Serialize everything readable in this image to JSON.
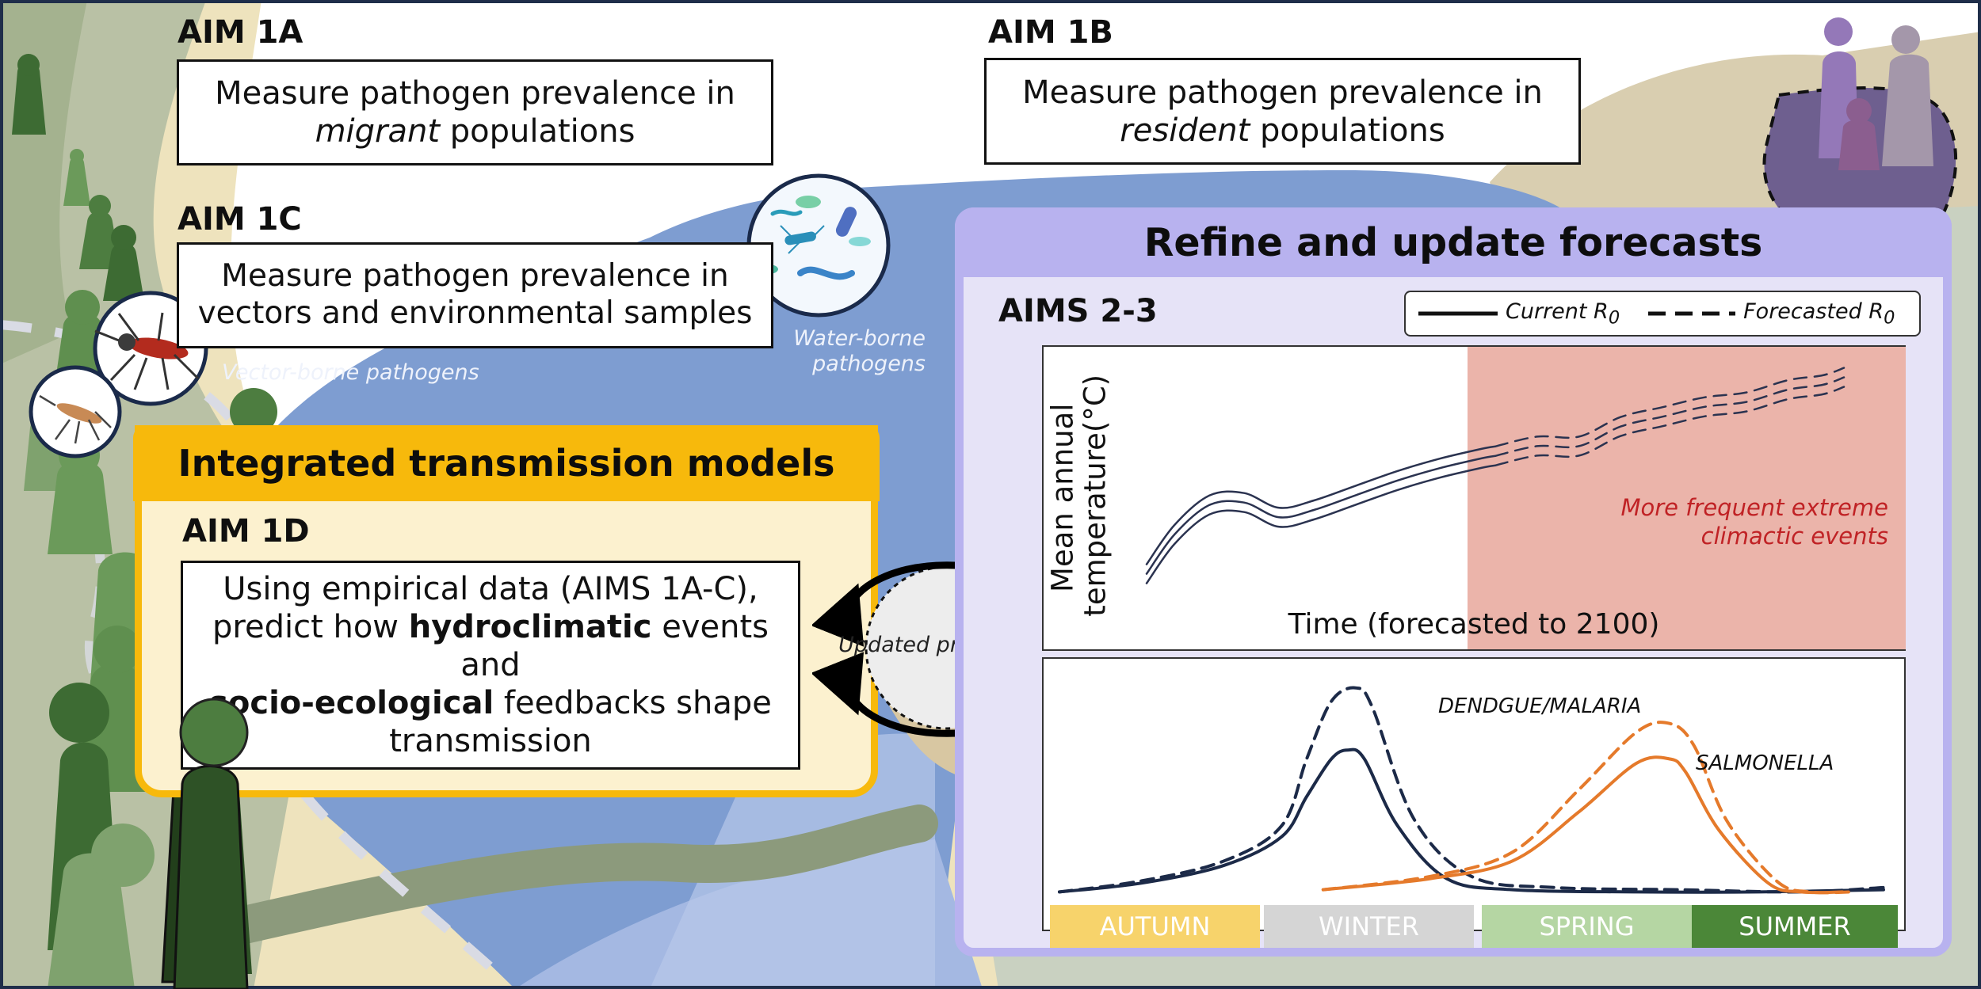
{
  "aim_1a": {
    "heading": "AIM 1A",
    "line1": "Measure pathogen prevalence in",
    "line2_italic": "migrant",
    "line2_rest": " populations"
  },
  "aim_1b": {
    "heading": "AIM 1B",
    "line1": "Measure pathogen prevalence in",
    "line2_italic": "resident",
    "line2_rest": " populations"
  },
  "aim_1c": {
    "heading": "AIM 1C",
    "line1": "Measure pathogen prevalence in",
    "line2": "vectors and environmental samples"
  },
  "labels": {
    "vector_borne": "Vector-borne pathogens",
    "water_borne_1": "Water-borne",
    "water_borne_2": "pathogens",
    "updated_predictions": "Updated predictions"
  },
  "models_panel": {
    "title": "Integrated transmission models",
    "aim_heading": "AIM 1D",
    "l1": "Using empirical data (AIMS 1A-C),",
    "l2_pre": "predict how ",
    "l2_bold": "hydroclimatic",
    "l2_post": " events and",
    "l3_bold": "socio-ecological",
    "l3_post": " feedbacks shape",
    "l4": "transmission"
  },
  "forecast_panel": {
    "title": "Refine and update forecasts",
    "aims_heading": "AIMS 2-3",
    "legend_current": "Current R",
    "legend_forecasted": "Forecasted R",
    "legend_subscript": "0"
  },
  "chart_data": [
    {
      "type": "line",
      "title": "",
      "xlabel": "Time (forecasted to 2100)",
      "ylabel_line1": "Mean annual",
      "ylabel_line2": "temperature(°C)",
      "annotation_line1": "More frequent extreme",
      "annotation_line2": "climactic events",
      "x_range": [
        0,
        1
      ],
      "y_range": [
        0,
        1
      ],
      "forecast_region_start": 0.5,
      "series": [
        {
          "name": "Current R0",
          "style": "solid",
          "x": [
            0.0,
            0.04,
            0.09,
            0.14,
            0.19,
            0.24,
            0.3,
            0.36,
            0.42,
            0.48,
            0.5
          ],
          "y": [
            0.14,
            0.3,
            0.42,
            0.43,
            0.37,
            0.4,
            0.46,
            0.52,
            0.57,
            0.61,
            0.62
          ]
        },
        {
          "name": "Forecasted R0",
          "style": "dashed",
          "x": [
            0.5,
            0.56,
            0.62,
            0.68,
            0.74,
            0.8,
            0.86,
            0.92,
            0.97,
            1.0
          ],
          "y": [
            0.62,
            0.66,
            0.66,
            0.74,
            0.78,
            0.82,
            0.84,
            0.89,
            0.91,
            0.94
          ]
        }
      ]
    },
    {
      "type": "line",
      "title": "",
      "categories": [
        "AUTUMN",
        "WINTER",
        "SPRING",
        "SUMMER"
      ],
      "category_colors": [
        "#f7d36b",
        "#d5d5d5",
        "#b5d6a3",
        "#4b8738"
      ],
      "x_range": [
        0,
        1
      ],
      "y_range": [
        0,
        1
      ],
      "series": [
        {
          "name": "DENDGUE/MALARIA",
          "style": "solid",
          "color": "#1c2a48",
          "x": [
            0.0,
            0.1,
            0.2,
            0.27,
            0.3,
            0.33,
            0.35,
            0.37,
            0.41,
            0.47,
            0.55,
            0.7,
            0.85,
            1.0
          ],
          "y": [
            0.02,
            0.06,
            0.14,
            0.27,
            0.45,
            0.62,
            0.66,
            0.62,
            0.32,
            0.08,
            0.03,
            0.02,
            0.02,
            0.03
          ]
        },
        {
          "name": "DENDGUE/MALARIA",
          "style": "dashed",
          "color": "#1c2a48",
          "x": [
            0.0,
            0.1,
            0.2,
            0.27,
            0.3,
            0.33,
            0.36,
            0.38,
            0.43,
            0.5,
            0.6,
            0.75,
            0.9,
            1.0
          ],
          "y": [
            0.02,
            0.07,
            0.16,
            0.32,
            0.62,
            0.88,
            0.94,
            0.85,
            0.35,
            0.09,
            0.04,
            0.03,
            0.02,
            0.04
          ]
        },
        {
          "name": "SALMONELLA",
          "style": "solid",
          "color": "#e57a2b",
          "x": [
            0.32,
            0.45,
            0.55,
            0.63,
            0.7,
            0.74,
            0.76,
            0.8,
            0.86,
            0.9,
            0.95
          ],
          "y": [
            0.03,
            0.08,
            0.16,
            0.38,
            0.6,
            0.62,
            0.56,
            0.3,
            0.06,
            0.02,
            0.02
          ]
        },
        {
          "name": "SALMONELLA",
          "style": "dashed",
          "color": "#e57a2b",
          "x": [
            0.32,
            0.45,
            0.55,
            0.63,
            0.7,
            0.74,
            0.77,
            0.81,
            0.87,
            0.91,
            0.96
          ],
          "y": [
            0.03,
            0.09,
            0.2,
            0.48,
            0.74,
            0.78,
            0.68,
            0.34,
            0.07,
            0.02,
            0.02
          ]
        }
      ]
    }
  ]
}
